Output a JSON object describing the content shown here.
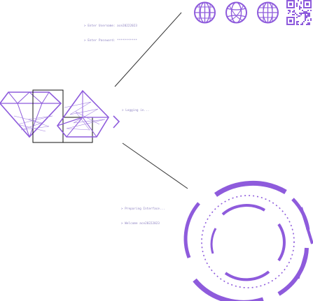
{
  "terminal_login": {
    "username_line": "> Enter Username: ace20222023",
    "password_line": "> Enter Password: ***********"
  },
  "terminal_status": {
    "logging_line": "> Logging in..."
  },
  "terminal_ready": {
    "preparing_line": "> Preparing Interface...",
    "welcome_line": "> Welcome ace20222023"
  },
  "colors": {
    "accent": "#8e5bdc",
    "text": "#8a7fc0",
    "line": "#222222"
  },
  "icons": [
    "globe-grid-icon",
    "globe-icon",
    "globe-grid-icon",
    "qr-code-icon",
    "diamond-icon",
    "diamond-scribble-icon",
    "dashed-ring-icon"
  ]
}
